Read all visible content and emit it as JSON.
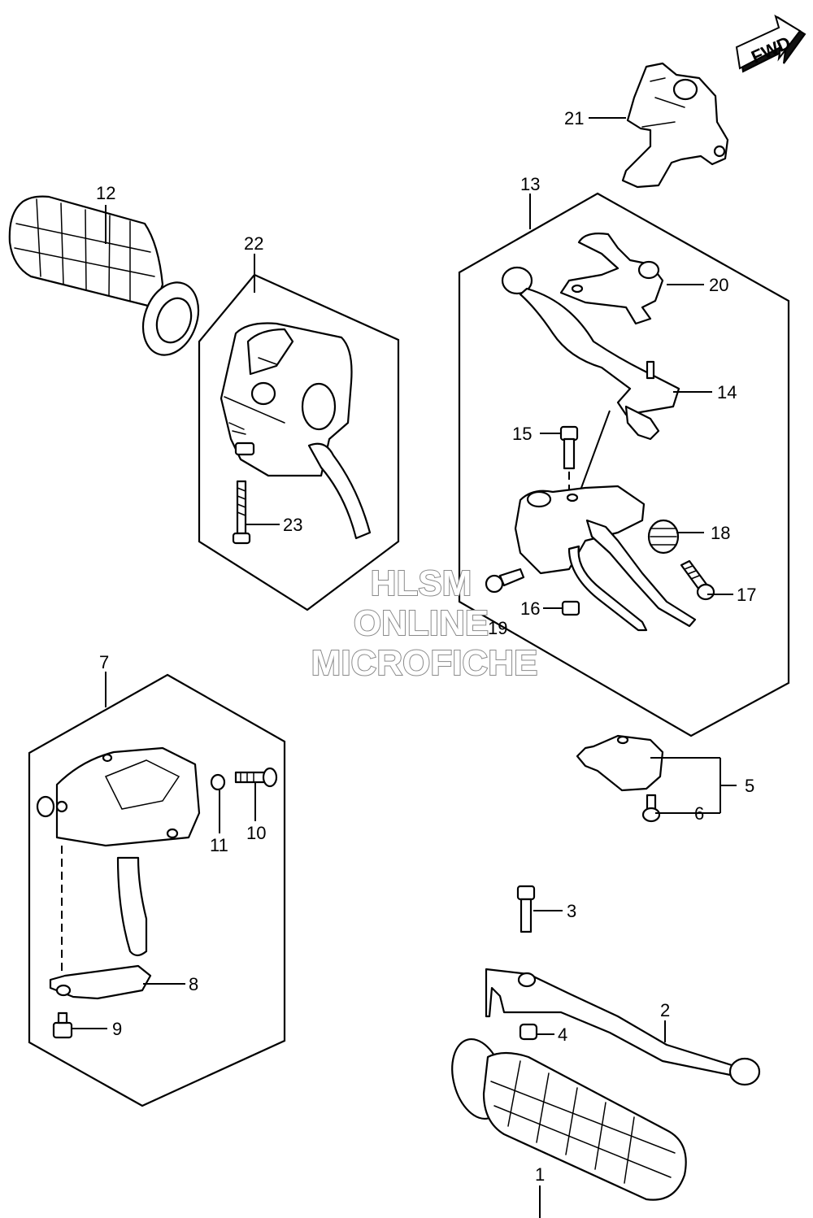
{
  "fwd_badge": "FWD",
  "watermark": [
    "HLSM",
    "ONLINE",
    "MICROFICHE"
  ],
  "callouts": {
    "p1": "1",
    "p2": "2",
    "p3": "3",
    "p4": "4",
    "p5": "5",
    "p6": "6",
    "p7": "7",
    "p8": "8",
    "p9": "9",
    "p10": "10",
    "p11": "11",
    "p12": "12",
    "p13": "13",
    "p14": "14",
    "p15": "15",
    "p16": "16",
    "p17": "17",
    "p18": "18",
    "p19": "19",
    "p20": "20",
    "p21": "21",
    "p22": "22",
    "p23": "23"
  }
}
